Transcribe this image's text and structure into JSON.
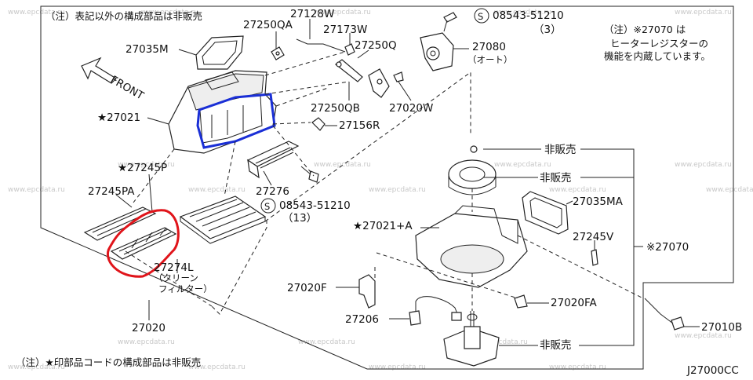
{
  "notes": {
    "top_left": "（注）表記以外の構成部品は非販売",
    "bottom_left": "（注）★印部品コードの構成部品は非販売",
    "top_right_1": "（注）※27070 は",
    "top_right_2": "ヒーターレジスターの",
    "top_right_3": "機能を内蔵しています。"
  },
  "front_label": "FRONT",
  "diagram_code": "J27000CC",
  "watermark": "www.epcdata.ru",
  "parts": {
    "p27128W": "27128W",
    "p27250QA": "27250QA",
    "p27173W": "27173W",
    "p27250Q": "27250Q",
    "p08543_51210_top": "08543-51210",
    "p08543_51210_top_qty": "（3）",
    "p27080": "27080",
    "p27080_sub": "（オート）",
    "p27035M": "27035M",
    "p27021": "★27021",
    "p27250QB": "27250QB",
    "p27020W": "27020W",
    "p27156R": "27156R",
    "p27245P": "★27245P",
    "p27245PA": "27245PA",
    "p27276": "27276",
    "p08543_51210_mid": "08543-51210",
    "p08543_51210_mid_qty": "（13）",
    "p27274L": "27274L",
    "p27274L_sub1": "（クリーン",
    "p27274L_sub2": "フィルター）",
    "p27020": "27020",
    "not_sold_1": "非販売",
    "not_sold_2": "非販売",
    "not_sold_3": "非販売",
    "p27035MA": "27035MA",
    "p27021A": "★27021+A",
    "p27245V": "27245V",
    "p27070": "※27070",
    "p27020F": "27020F",
    "p27020FA": "27020FA",
    "p27206": "27206",
    "p27010B": "27010B"
  },
  "highlights": {
    "blue_color": "#1a2fd6",
    "red_color": "#e0141a"
  }
}
